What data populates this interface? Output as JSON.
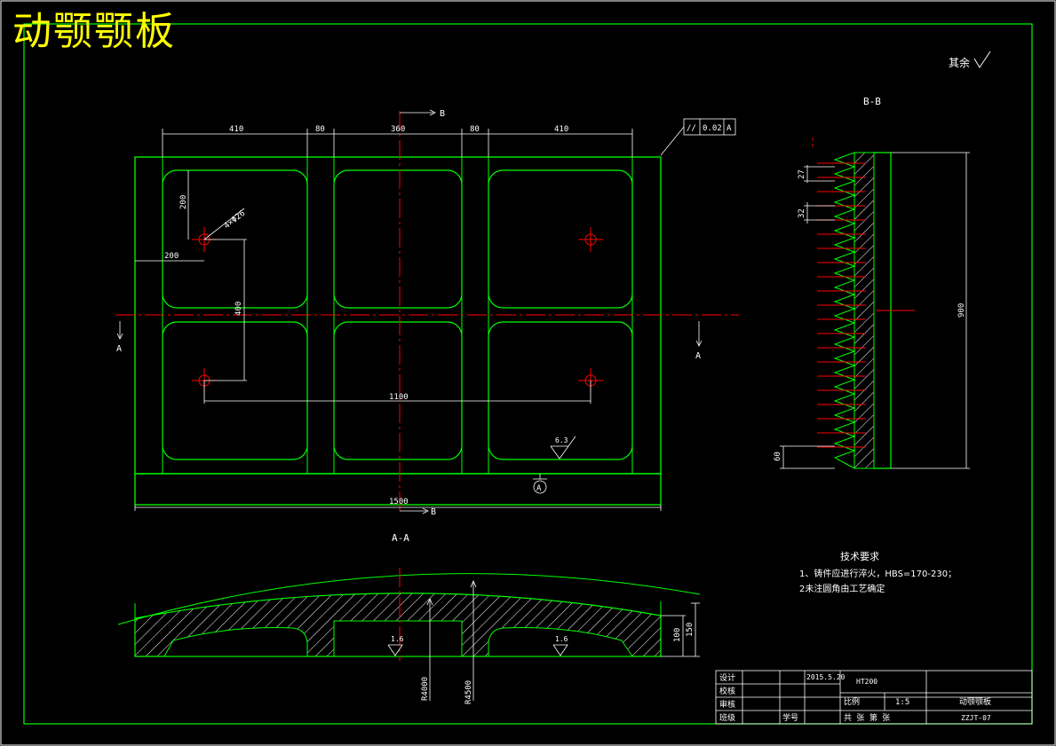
{
  "title": "动颚颚板",
  "surface_note": "其余",
  "view_bb_label": "B-B",
  "view_aa_label": "A-A",
  "section_marks": {
    "b": "B",
    "a": "A"
  },
  "datum_label": "A",
  "tolerance": {
    "symbol": "//",
    "value": "0.02",
    "datum": "A"
  },
  "dimensions": {
    "top_410_left": "410",
    "top_80_left": "80",
    "top_360": "360",
    "top_80_right": "80",
    "top_410_right": "410",
    "v_200": "200",
    "h_200": "200",
    "hole_callout": "4×Φ26",
    "v_400": "400",
    "h_1100": "1100",
    "h_1500": "1500",
    "bb_27": "27",
    "bb_32": "32",
    "bb_60": "60",
    "bb_900": "900",
    "aa_100": "100",
    "aa_150": "150",
    "aa_r4000": "R4000",
    "aa_r4500": "R4500"
  },
  "roughness": {
    "main": "6.3",
    "left": "1.6",
    "right": "1.6"
  },
  "tech_req": {
    "heading": "技术要求",
    "line1": "1、铸件应进行淬火，HBS=170-230；",
    "line2": "2未注圆角由工艺确定"
  },
  "title_block": {
    "design_label": "设计",
    "design_date": "2015.5.20",
    "material": "HT200",
    "check_label": "校核",
    "review_label": "审核",
    "scale_label": "比例",
    "scale_value": "1:5",
    "part_name": "动颚颚板",
    "class_label": "班级",
    "student_no_label": "学号",
    "sheet_text": "共 张 第 张",
    "drawing_no": "ZZJT-07"
  },
  "colors": {
    "outline": "#00ff00",
    "dimension": "#ffffff",
    "centerline": "#ff0000",
    "hatch": "#ffffff",
    "title": "#ffff00",
    "frame": "#ffffff"
  }
}
